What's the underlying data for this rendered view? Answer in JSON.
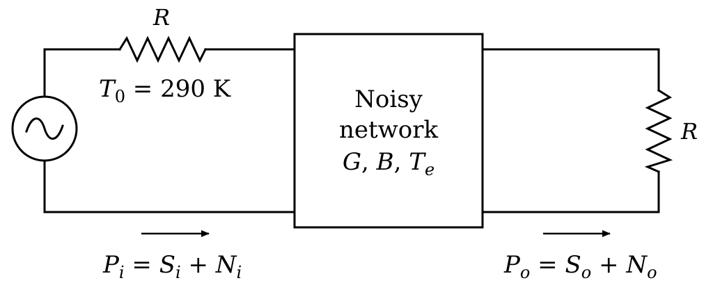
{
  "input_resistor": {
    "symbol": "R"
  },
  "source_temperature": {
    "symbol": "T",
    "subscript": "0",
    "value": " = 290 K"
  },
  "network": {
    "line1": "Noisy",
    "line2": "network",
    "param_g": "G",
    "sep1": ", ",
    "param_b": "B",
    "sep2": ", ",
    "param_t": "T",
    "param_t_sub": "e"
  },
  "load_resistor": {
    "symbol": "R"
  },
  "input_power": {
    "p": "P",
    "p_sub": "i",
    "eq": " = ",
    "s": "S",
    "s_sub": "i",
    "plus": " + ",
    "n": "N",
    "n_sub": "i"
  },
  "output_power": {
    "p": "P",
    "p_sub": "o",
    "eq": " = ",
    "s": "S",
    "s_sub": "o",
    "plus": " + ",
    "n": "N",
    "n_sub": "o"
  },
  "colors": {
    "line": "#000000",
    "background": "#ffffff"
  }
}
